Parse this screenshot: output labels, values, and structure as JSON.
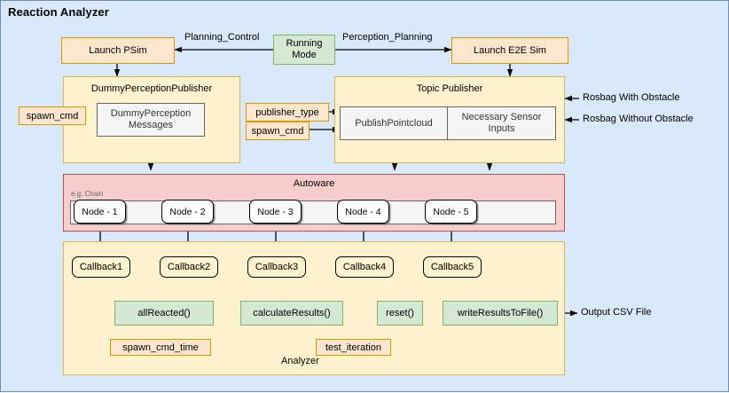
{
  "diagram": {
    "title": "Reaction Analyzer",
    "canvas_bg": "#dae8fc",
    "canvas_border": "#6c8ebf"
  },
  "launch": {
    "psim": "Launch PSim",
    "e2e": "Launch E2E Sim"
  },
  "running_mode": {
    "label": "Running\nMode",
    "line1": "Running",
    "line2": "Mode",
    "edge_left": "Planning_Control",
    "edge_right": "Perception_Planning",
    "fill": "#d5e8d4",
    "stroke": "#82b366"
  },
  "dummy_perception_publisher": {
    "title": "DummyPerceptionPublisher",
    "inner": {
      "line1": "DummyPerception",
      "line2": "Messages"
    },
    "param": "spawn_cmd",
    "fill": "#fff2cc",
    "stroke": "#d6b656"
  },
  "topic_publisher": {
    "title": "Topic Publisher",
    "inner": [
      {
        "label": "PublishPointcloud"
      },
      {
        "line1": "Necessary Sensor",
        "line2": "Inputs"
      }
    ],
    "params": [
      "publisher_type",
      "spawn_cmd"
    ],
    "inputs": [
      "Rosbag With Obstacle",
      "Rosbag Without Obstacle"
    ],
    "fill": "#fff2cc",
    "stroke": "#d6b656"
  },
  "autoware": {
    "title": "Autoware",
    "chain_caption": "e.g. Chain",
    "nodes": [
      "Node - 1",
      "Node - 2",
      "Node - 3",
      "Node - 4",
      "Node - 5"
    ],
    "fill": "#f8cecc",
    "stroke": "#b85450"
  },
  "analyzer": {
    "title": "Analyzer",
    "callbacks": [
      "Callback1",
      "Callback2",
      "Callback3",
      "Callback4",
      "Callback5"
    ],
    "functions": [
      "allReacted()",
      "calculateResults()",
      "reset()",
      "writeResultsToFile()"
    ],
    "params": [
      "spawn_cmd_time",
      "test_iteration"
    ],
    "output": "Output CSV File",
    "fill": "#fff2cc",
    "stroke": "#d6b656",
    "function_fill": "#d5e8d4",
    "function_stroke": "#82b366"
  }
}
